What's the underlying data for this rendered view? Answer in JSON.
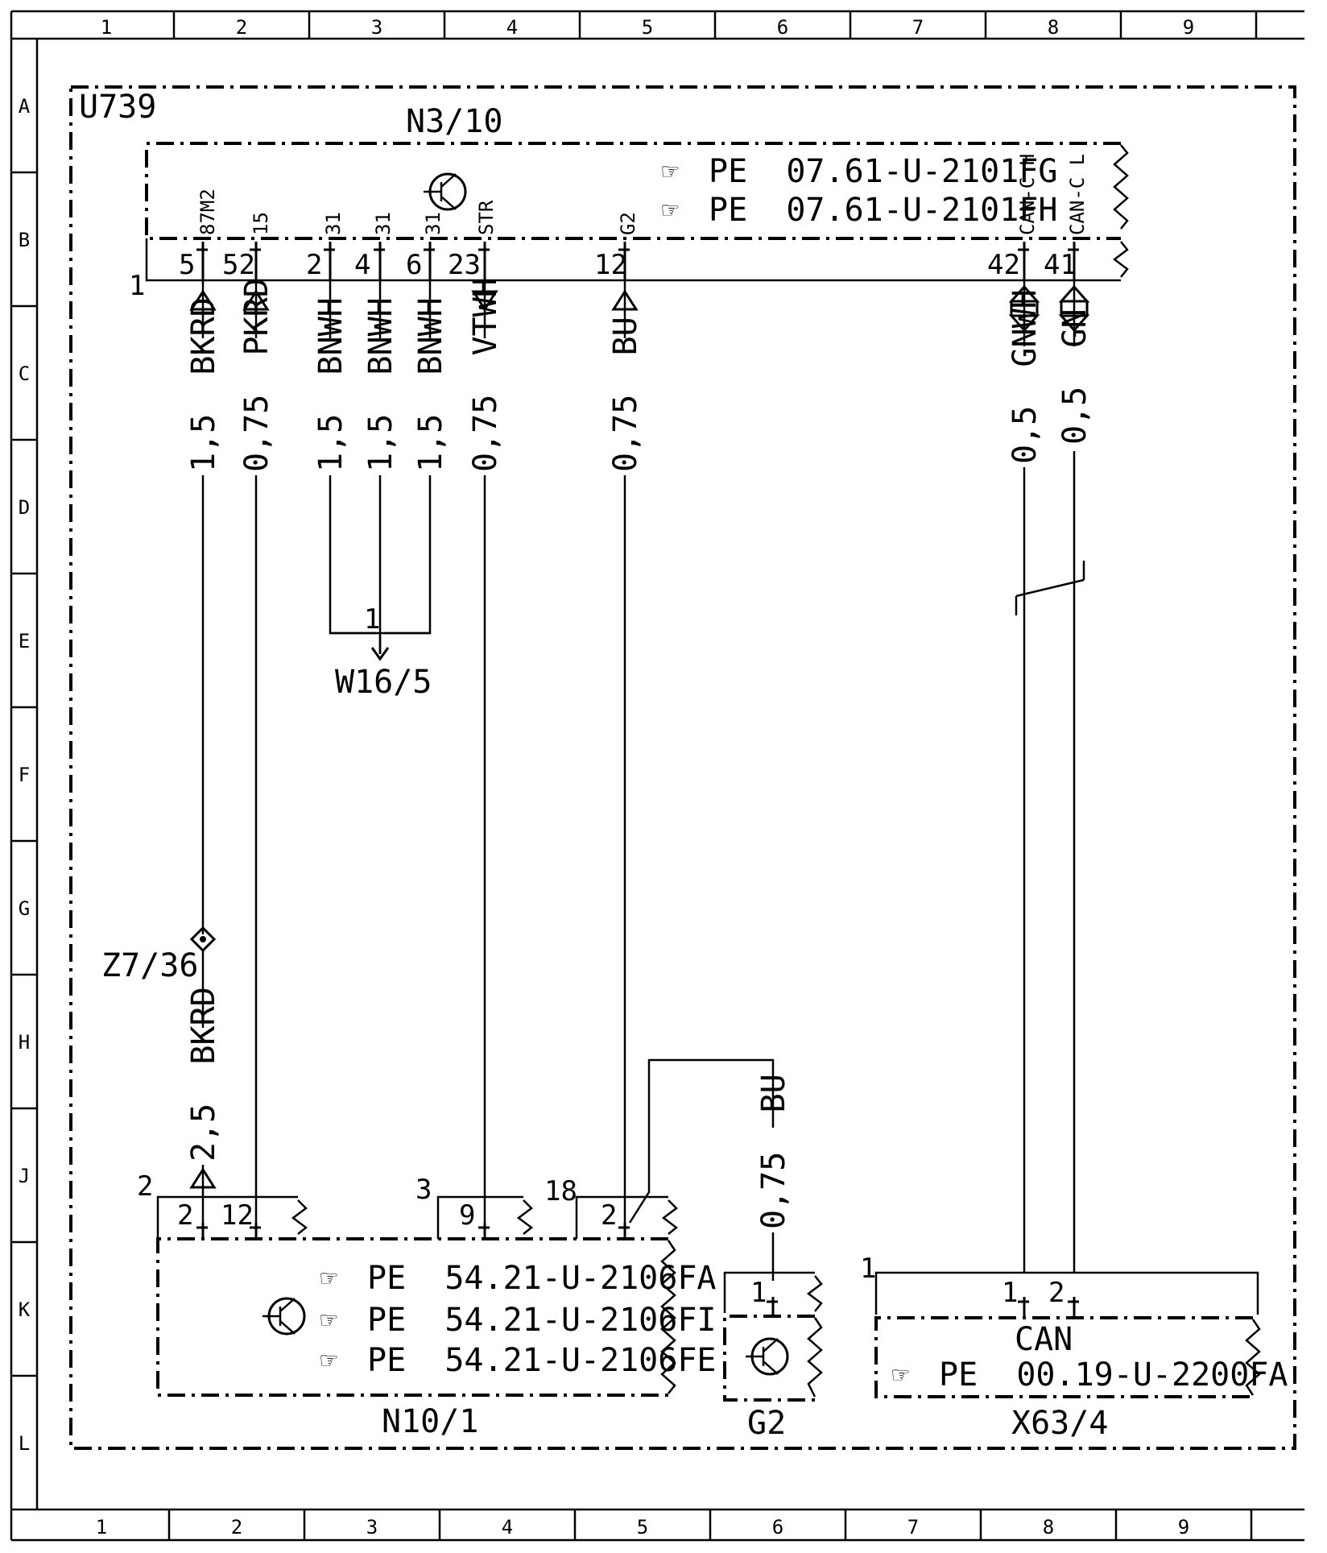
{
  "grid": {
    "columns": [
      "1",
      "2",
      "3",
      "4",
      "5",
      "6",
      "7",
      "8",
      "9"
    ],
    "rows": [
      "A",
      "B",
      "C",
      "D",
      "E",
      "F",
      "G",
      "H",
      "J",
      "K",
      "L"
    ]
  },
  "group_label": "U739",
  "components": {
    "n3_10": {
      "name": "N3/10",
      "refs": [
        "PE  07.61-U-2101FG",
        "PE  07.61-U-2101FH"
      ],
      "pin_labels": [
        "87M2",
        "15",
        "31",
        "31",
        "31",
        "STR",
        "G2",
        "CAN-C H",
        "CAN-C L"
      ],
      "pin_numbers": [
        "5",
        "52",
        "2",
        "4",
        "6",
        "23",
        "12",
        "42",
        "41"
      ],
      "connector_number": "1"
    },
    "w16_5": {
      "name": "W16/5",
      "pin": "1"
    },
    "z7_36": {
      "name": "Z7/36"
    },
    "n10_1": {
      "name": "N10/1",
      "refs": [
        "PE  54.21-U-2106FA",
        "PE  54.21-U-2106FI",
        "PE  54.21-U-2106FE"
      ],
      "connectors": [
        "2",
        "3",
        "18"
      ],
      "pins": [
        "2",
        "12",
        "9",
        "2"
      ]
    },
    "g2": {
      "name": "G2",
      "pin": "1"
    },
    "x63_4": {
      "name": "X63/4",
      "title": "CAN",
      "ref": "PE  00.19-U-2200FA",
      "connector_number": "1",
      "pins": [
        "1",
        "2"
      ]
    }
  },
  "wires": [
    "1,5  BKRD",
    "0,75  PKRD",
    "1,5  BNWH",
    "1,5  BNWH",
    "1,5  BNWH",
    "0,75  VTWH",
    "0,75  BU",
    "0,5  GNWH",
    "0,5  GN",
    "2,5  BKRD",
    "0,75  BU"
  ]
}
